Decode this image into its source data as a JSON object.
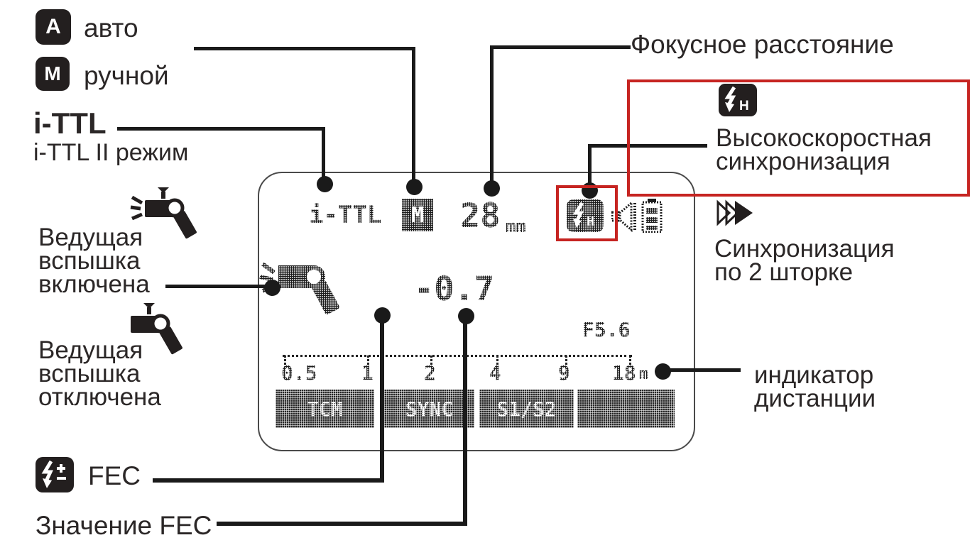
{
  "colors": {
    "accent_red": "#c62421",
    "ink": "#231f20"
  },
  "legend_left": {
    "auto_badge": "A",
    "auto_label": "авто",
    "manual_badge": "M",
    "manual_label": "ручной",
    "ittl_title": "i-TTL",
    "ittl_subtitle": "i-TTL II режим",
    "master_on_lines": [
      "Ведущая",
      "вспышка",
      "включена"
    ],
    "master_off_lines": [
      "Ведущая",
      "вспышка",
      "отключена"
    ],
    "fec_label": "FEC",
    "fec_value_label": "Значение FEC"
  },
  "legend_right": {
    "focal_label": "Фокусное расстояние",
    "hss_icon_letter": "H",
    "hss_lines": [
      "Высокоскоростная",
      "синхронизация"
    ],
    "curtain_lines": [
      "Синхронизация",
      "по 2 шторке"
    ],
    "distance_lines": [
      "индикатор",
      "дистанции"
    ]
  },
  "lcd": {
    "mode": "i-TTL",
    "mode_badge": "M",
    "focal_value": "28",
    "focal_unit": "mm",
    "fec_value": "-0.7",
    "aperture": "F5.6",
    "distance_scale": {
      "labels": [
        "0.5",
        "1",
        "2",
        "4",
        "9",
        "18"
      ],
      "unit": "m"
    },
    "softkeys": [
      "TCM",
      "SYNC",
      "S1/S2",
      ""
    ]
  }
}
